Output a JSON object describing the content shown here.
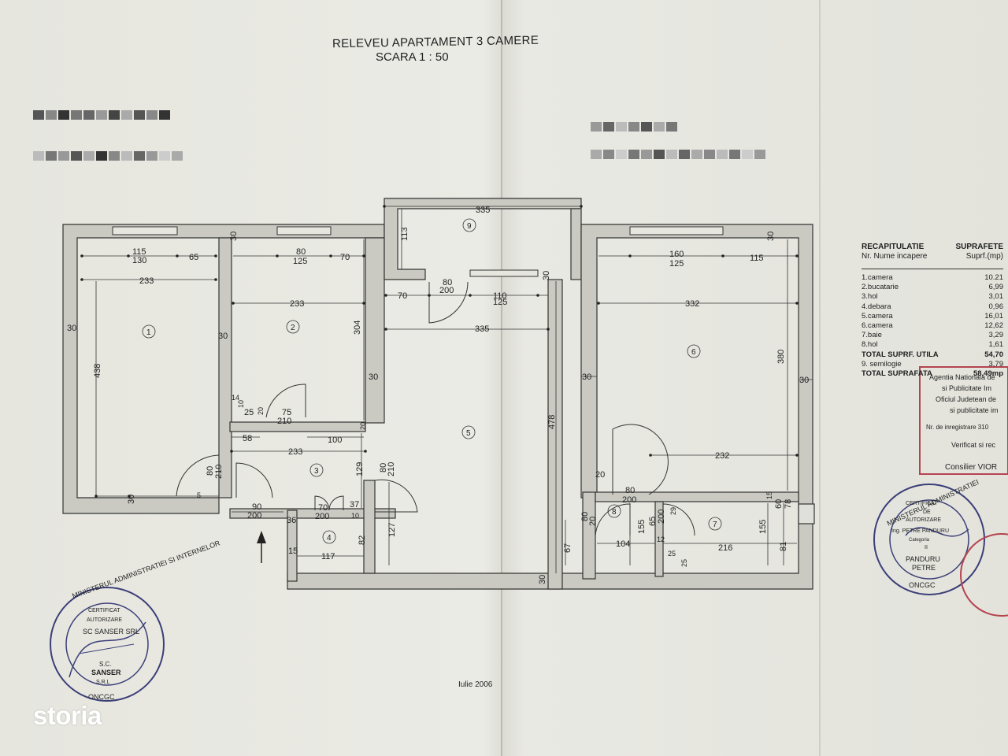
{
  "document": {
    "title": "RELEVEU APARTAMENT 3 CAMERE",
    "scale": "SCARA 1 : 50",
    "date": "Iulie 2006",
    "brand": "storia"
  },
  "dimensions": {
    "d9_335": "335",
    "d9_113": "113",
    "top_30": "30",
    "top_30b": "30",
    "r1_115": "115",
    "r1_130": "130",
    "r1_65": "65",
    "r1_233": "233",
    "left_30": "30",
    "r1_438": "438",
    "r2_80": "80",
    "r2_125": "125",
    "r2_70": "70",
    "r2_233": "233",
    "r2_30": "30",
    "r2_304": "304",
    "h_30": "30",
    "h_80": "80",
    "h_200": "200",
    "h_70": "70",
    "h_110": "110",
    "h_125": "125",
    "h_335": "335",
    "mid_30": "30",
    "r5_478": "478",
    "r6_160": "160",
    "r6_125": "125",
    "r6_115": "115",
    "r6_332": "332",
    "r6_380": "380",
    "r6_30l": "30",
    "r6_30r": "30",
    "r6_30t": "30",
    "r6_232": "232",
    "w_14": "14",
    "w_10": "10",
    "w_25": "25",
    "w_20": "20",
    "w_75": "75",
    "w_210": "210",
    "c_58": "58",
    "c_100": "100",
    "c_20": "20",
    "c_233": "233",
    "d3_80": "80",
    "d3_210": "210",
    "d3_129": "129",
    "d3_80b": "80",
    "d3_210b": "210",
    "b_30": "30",
    "b_5": "5",
    "b_90": "90",
    "b_200": "200",
    "b_36": "36",
    "b_70": "70",
    "b_200b": "200",
    "b_37": "37",
    "b_10": "10",
    "b_127": "127",
    "b_82": "82",
    "b_15": "15",
    "b_117": "117",
    "b_30c": "30",
    "r8_20": "20",
    "r8_80": "80",
    "r8_200": "200",
    "r8_80v": "80",
    "r8_20v": "20",
    "r8_67": "67",
    "r8_155": "155",
    "r8_65": "65",
    "r8_200v": "200",
    "r8_104": "104",
    "r8_12": "12",
    "r8_25": "25",
    "r8_25b": "25",
    "r7_29": "29",
    "r7_15": "15",
    "r7_216": "216",
    "r7_155": "155",
    "r7_60": "60",
    "r7_78": "78",
    "r7_81": "81"
  },
  "rooms": [
    "1",
    "2",
    "3",
    "4",
    "5",
    "6",
    "7",
    "8",
    "9"
  ],
  "recap": {
    "title_left": "RECAPITULATIE",
    "title_right": "SUPRAFETE",
    "header_left": "Nr. Nume incapere",
    "header_right": "Suprf.(mp)",
    "rows": [
      {
        "name": "1.camera",
        "value": "10.21"
      },
      {
        "name": "2.bucatarie",
        "value": "6,99"
      },
      {
        "name": "3.hol",
        "value": "3,01"
      },
      {
        "name": "4.debara",
        "value": "0,96"
      },
      {
        "name": "5.camera",
        "value": "16,01"
      },
      {
        "name": "6.camera",
        "value": "12,62"
      },
      {
        "name": "7.baie",
        "value": "3,29"
      },
      {
        "name": "8.hol",
        "value": "1,61"
      },
      {
        "name": "TOTAL SUPRF. UTILA",
        "value": "54,70"
      },
      {
        "name": "9. semilogie",
        "value": "3,79"
      },
      {
        "name": "TOTAL SUPRAFATA",
        "value": "58,49mp"
      }
    ]
  },
  "stamps": {
    "left_ring": "MINISTERUL ADMINISTRATIEI SI INTERNELOR",
    "left_bottom": "ONCGC",
    "left_l1": "CERTIFICAT",
    "left_l2": "AUTORIZARE",
    "left_company": "SC SANSER SRL",
    "left_sc": "S.C.",
    "left_name": "SANSER",
    "left_srl": "S.R.L",
    "right_ring": "MINISTERUL ADMINISTRATIEI",
    "right_bottom": "ONCGC",
    "right_l1": "CERTIFICAT",
    "right_l2": "DE",
    "right_l3": "AUTORIZARE",
    "right_l4": "Ing. PETRE PANDURU",
    "right_l5": "Categoria",
    "right_l6": "II",
    "right_name1": "PANDURU",
    "right_name2": "PETRE",
    "red_l1": "Agentia Nationala de",
    "red_l2": "si Publicitate Im",
    "red_l3": "Oficiul Judetean de",
    "red_l4": "si publicitate im",
    "red_l5": "Nr. de inregistrare 310",
    "red_l6": "Verificat si rec",
    "red_l7": "Consilier VIOR"
  },
  "colors": {
    "wall": "#c9c9c3",
    "ink": "#222222",
    "stamp_blue": "#3b3f78",
    "stamp_red": "#b54450"
  }
}
